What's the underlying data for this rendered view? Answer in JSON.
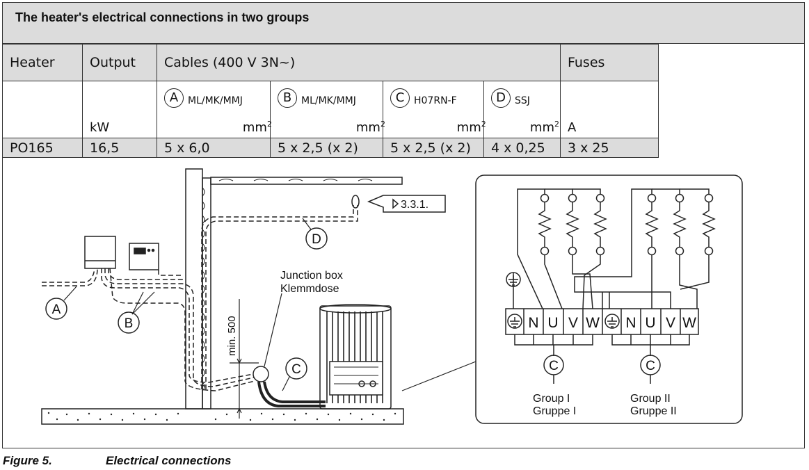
{
  "title": "The heater's electrical connections in two groups",
  "table": {
    "headers": {
      "heater": "Heater",
      "output": "Output",
      "cables": "Cables (400 V 3N~)",
      "fuses": "Fuses"
    },
    "cable_types": [
      {
        "letter": "A",
        "type": "ML/MK/MMJ"
      },
      {
        "letter": "B",
        "type": "ML/MK/MMJ"
      },
      {
        "letter": "C",
        "type": "H07RN-F"
      },
      {
        "letter": "D",
        "type": "SSJ"
      }
    ],
    "units": {
      "output": "kW",
      "cable": "mm",
      "fuses": "A"
    },
    "row": {
      "heater": "PO165",
      "output": "16,5",
      "cable_a": "5 x 6,0",
      "cable_b": "5 x 2,5 (x 2)",
      "cable_c": "5 x 2,5 (x 2)",
      "cable_d": "4 x 0,25",
      "fuses": "3 x 25"
    }
  },
  "diagram": {
    "label_a": "A",
    "label_b": "B",
    "label_c": "C",
    "label_d": "D",
    "ref": "3.3.1.",
    "junction_box_en": "Junction box",
    "junction_box_de": "Klemmdose",
    "min_height": "min. 500",
    "terminals": [
      "N",
      "U",
      "V",
      "W",
      "N",
      "U",
      "V",
      "W"
    ],
    "group1_en": "Group I",
    "group1_de": "Gruppe I",
    "group2_en": "Group II",
    "group2_de": "Gruppe II"
  },
  "caption": {
    "figure": "Figure 5.",
    "text": "Electrical connections"
  }
}
